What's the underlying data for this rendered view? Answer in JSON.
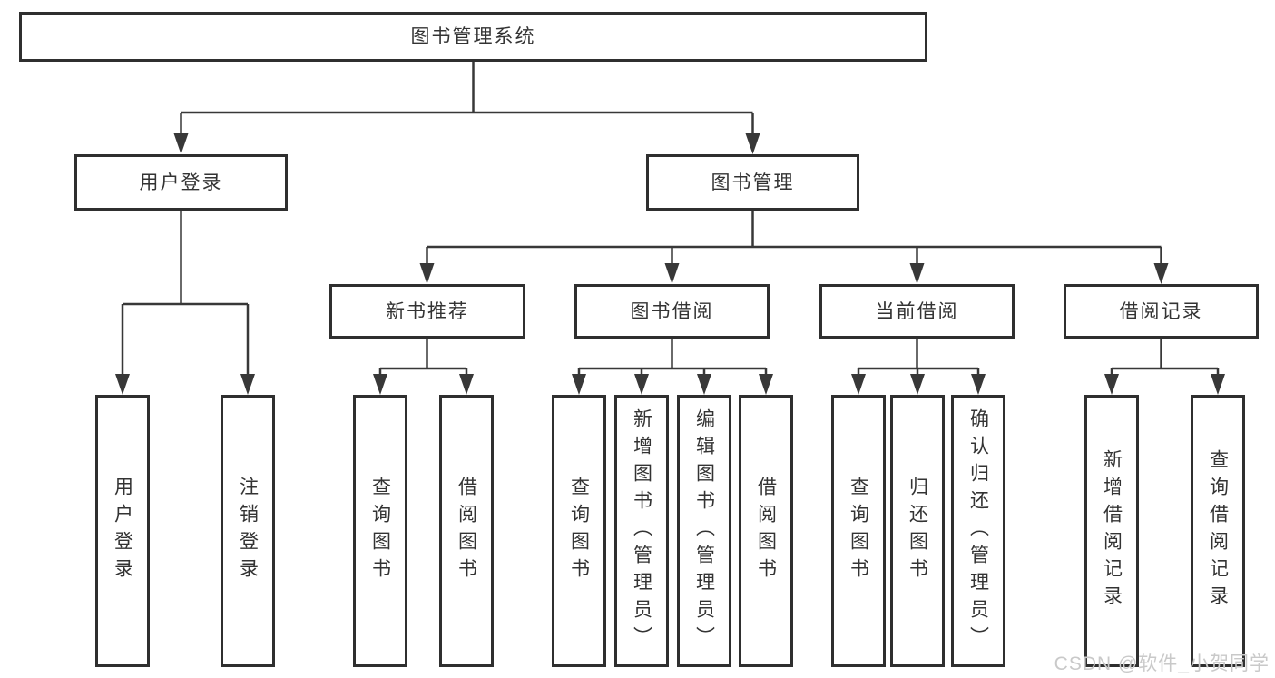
{
  "diagram": {
    "title": "图书管理系统",
    "watermark": "CSDN @软件_小贺同学",
    "colors": {
      "line": "#383838",
      "box_border": "#2f2f2f",
      "box_background": "#ffffff",
      "text": "#333333",
      "watermark": "#c9c9c9"
    },
    "nodes": {
      "root": "图书管理系统",
      "user_login": "用户登录",
      "book_mgmt": "图书管理",
      "new_book": "新书推荐",
      "book_borrow": "图书借阅",
      "current_borrow": "当前借阅",
      "borrow_record": "借阅记录",
      "leaves": {
        "user_login_leaf": "用户登录",
        "logout": "注销登录",
        "new_query": "查询图书",
        "new_borrow": "借阅图书",
        "bb_query": "查询图书",
        "bb_add": "新增图书（管理员）",
        "bb_edit": "编辑图书（管理员）",
        "bb_borrow": "借阅图书",
        "cb_query": "查询图书",
        "cb_return": "归还图书",
        "cb_confirm": "确认归还（管理员）",
        "br_add": "新增借阅记录",
        "br_query": "查询借阅记录"
      }
    },
    "hierarchy": {
      "图书管理系统": {
        "用户登录": [
          "用户登录",
          "注销登录"
        ],
        "图书管理": {
          "新书推荐": [
            "查询图书",
            "借阅图书"
          ],
          "图书借阅": [
            "查询图书",
            "新增图书（管理员）",
            "编辑图书（管理员）",
            "借阅图书"
          ],
          "当前借阅": [
            "查询图书",
            "归还图书",
            "确认归还（管理员）"
          ],
          "借阅记录": [
            "新增借阅记录",
            "查询借阅记录"
          ]
        }
      }
    }
  }
}
